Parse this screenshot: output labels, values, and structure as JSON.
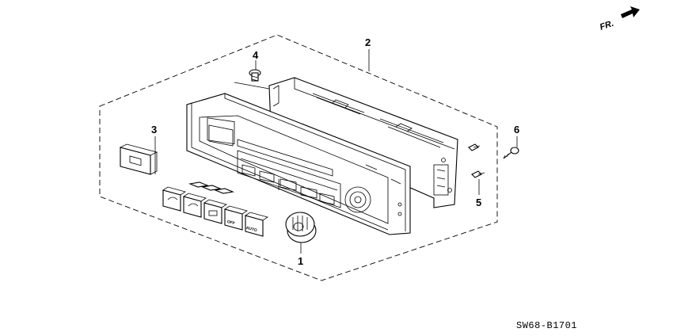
{
  "diagram": {
    "orientation_label": "FR.",
    "part_callouts": {
      "p1": "1",
      "p2": "2",
      "p3": "3",
      "p4": "4",
      "p5": "5",
      "p6": "6"
    },
    "button_labels": {
      "off": "OFF",
      "auto": "AUTO"
    },
    "drawing_code": "SW68-B1701"
  },
  "colors": {
    "line": "#000000",
    "background": "#ffffff"
  }
}
